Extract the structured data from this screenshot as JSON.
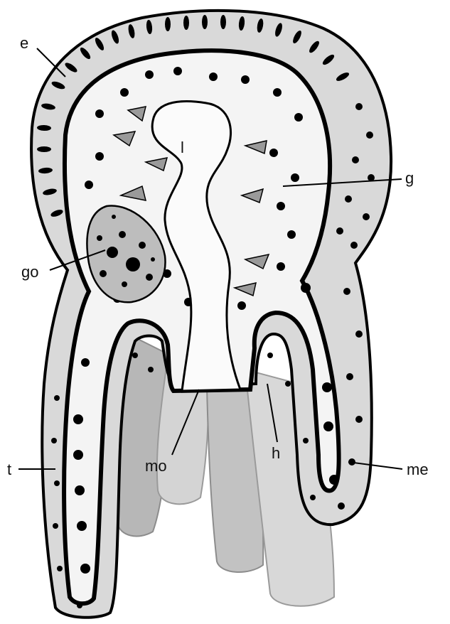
{
  "figure": {
    "labels": {
      "e": "e",
      "g": "g",
      "l": "l",
      "go": "go",
      "mo": "mo",
      "h": "h",
      "t": "t",
      "me": "me"
    },
    "colors": {
      "outline": "#000000",
      "epidermis_fill": "#d9d9d9",
      "gastrodermis_fill": "#f4f4f4",
      "lumen_fill": "#fbfbfb",
      "shadow_tentacle_dark": "#b7b7b7",
      "shadow_tentacle_light": "#d4d4d4",
      "gland_cell_fill": "#9a9a9a",
      "gonad_fill": "#bdbdbd"
    }
  }
}
